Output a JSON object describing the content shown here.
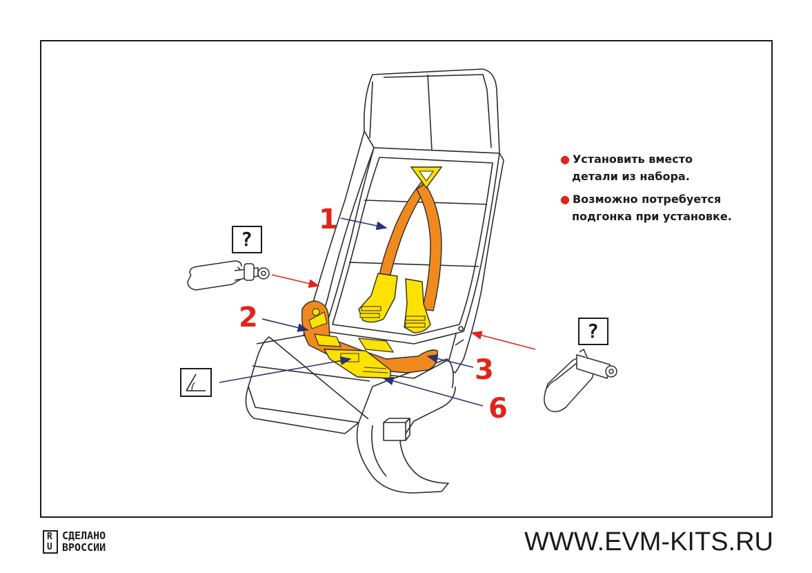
{
  "notes": [
    {
      "line1": "Установить вместо",
      "line2": "детали из набора."
    },
    {
      "line1": "Возможно потребуется",
      "line2": "подгонка при установке."
    }
  ],
  "callouts": {
    "c1": "1",
    "c2": "2",
    "c3": "3",
    "c6": "6"
  },
  "badges": {
    "unknown_left": "?",
    "unknown_right": "?"
  },
  "footer": {
    "website": "WWW.EVM-KITS.RU",
    "made_line1": "СДЕЛАНО",
    "made_line2": "ВРОССИИ",
    "logo_r": "R",
    "logo_u": "U"
  },
  "colors": {
    "accent_red": "#e2231a",
    "belt_orange": "#f08a1e",
    "buckle_yellow": "#fde100",
    "leader_blue": "#2c2f7a"
  }
}
